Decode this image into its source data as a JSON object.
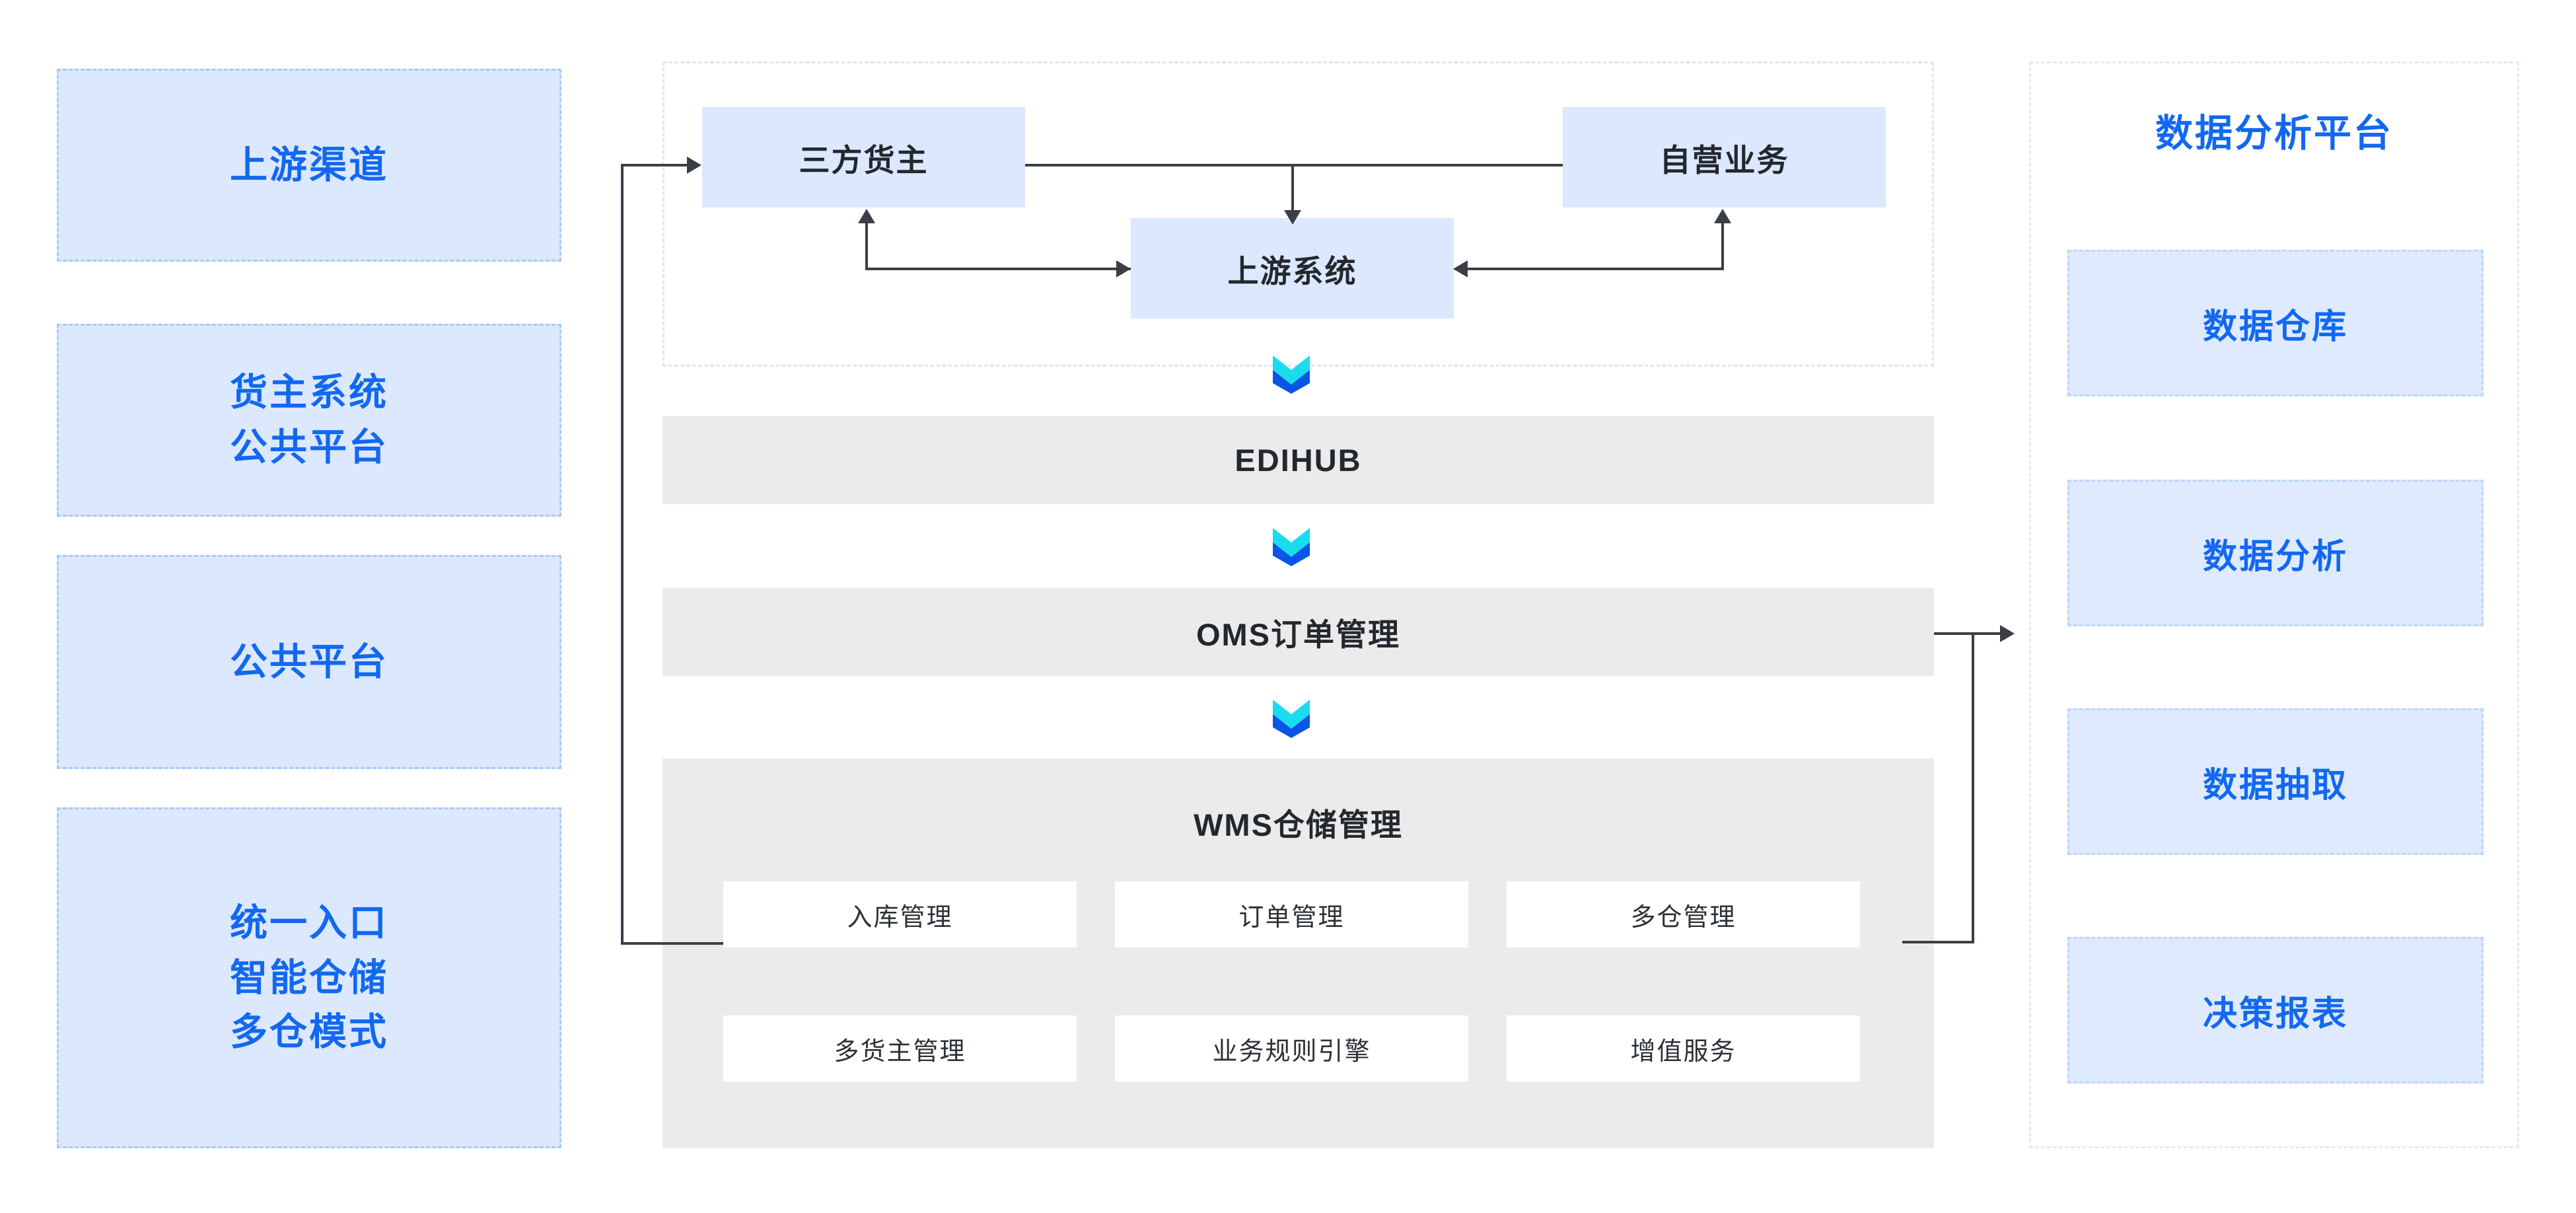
{
  "colors": {
    "tile_fill": "#dce8fd",
    "tile_border": "#a9c9f7",
    "accent_blue": "#1268f0",
    "gray_bar": "#ebebeb",
    "cell_white": "#ffffff",
    "line": "#3b3f45",
    "chevron_top": "#19dcef",
    "chevron_bottom": "#0a55e6",
    "dash_gray": "#e2e6ee"
  },
  "left_column": {
    "items": [
      {
        "lines": [
          "上游渠道"
        ]
      },
      {
        "lines": [
          "货主系统",
          "公共平台"
        ]
      },
      {
        "lines": [
          "公共平台"
        ]
      },
      {
        "lines": [
          "统一入口",
          "智能仓储",
          "多仓模式"
        ]
      }
    ]
  },
  "center": {
    "upstream": {
      "cards": [
        {
          "label": "三方货主"
        },
        {
          "label": "自营业务"
        },
        {
          "label": "上游系统"
        }
      ]
    },
    "stack": [
      {
        "label": "EDIHUB"
      },
      {
        "label": "OMS订单管理"
      }
    ],
    "wms": {
      "title": "WMS仓储管理",
      "cells": [
        "入库管理",
        "订单管理",
        "多仓管理",
        "多货主管理",
        "业务规则引擎",
        "增值服务"
      ]
    },
    "chevron_icon": "double-chevron-down-icon"
  },
  "right_panel": {
    "title": "数据分析平台",
    "items": [
      "数据仓库",
      "数据分析",
      "数据抽取",
      "决策报表"
    ]
  }
}
